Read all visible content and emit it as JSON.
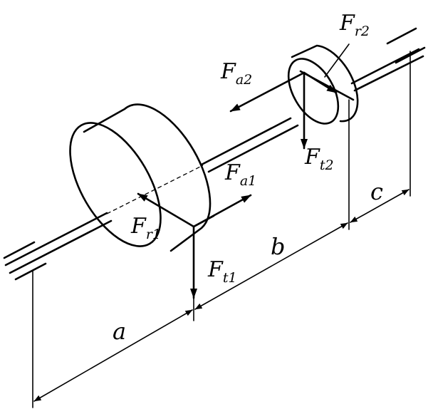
{
  "forces": {
    "fr2": {
      "main": "F",
      "sub": "r2"
    },
    "fa2": {
      "main": "F",
      "sub": "a2"
    },
    "ft2": {
      "main": "F",
      "sub": "t2"
    },
    "fa1": {
      "main": "F",
      "sub": "a1"
    },
    "fr1": {
      "main": "F",
      "sub": "r1"
    },
    "ft1": {
      "main": "F",
      "sub": "t1"
    }
  },
  "dimensions": {
    "a": "a",
    "b": "b",
    "c": "c"
  },
  "colors": {
    "ink": "#000000",
    "paper": "#ffffff"
  }
}
